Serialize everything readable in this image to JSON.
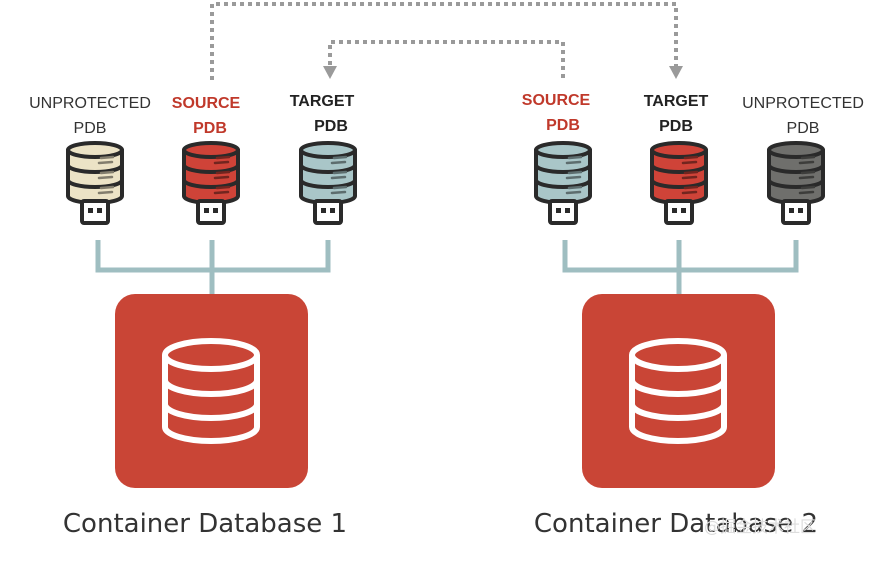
{
  "colors": {
    "source": "#c0392b",
    "target_text": "#222222",
    "unprotected_text": "#333333",
    "container_fill": "#c94536",
    "connector": "#9fbec1",
    "arrow": "#9a9a9a",
    "pdb_beige": "#ece3c6",
    "pdb_red": "#cf4338",
    "pdb_teal": "#a9c6c8",
    "pdb_gray": "#6f6f6c"
  },
  "containers": [
    {
      "title": "Container Database 1",
      "pdbs": [
        {
          "line1": "UNPROTECTED",
          "line2": "PDB",
          "role": "unprotected",
          "icon": "database-icon-beige"
        },
        {
          "line1": "SOURCE",
          "line2": "PDB",
          "role": "source",
          "icon": "database-icon-red"
        },
        {
          "line1": "TARGET",
          "line2": "PDB",
          "role": "target",
          "icon": "database-icon-teal"
        }
      ]
    },
    {
      "title": "Container Database 2",
      "pdbs": [
        {
          "line1": "SOURCE",
          "line2": "PDB",
          "role": "source",
          "icon": "database-icon-teal"
        },
        {
          "line1": "TARGET",
          "line2": "PDB",
          "role": "target",
          "icon": "database-icon-red"
        },
        {
          "line1": "UNPROTECTED",
          "line2": "PDB",
          "role": "unprotected",
          "icon": "database-icon-gray"
        }
      ]
    }
  ],
  "watermark": "@掘金技术社区"
}
